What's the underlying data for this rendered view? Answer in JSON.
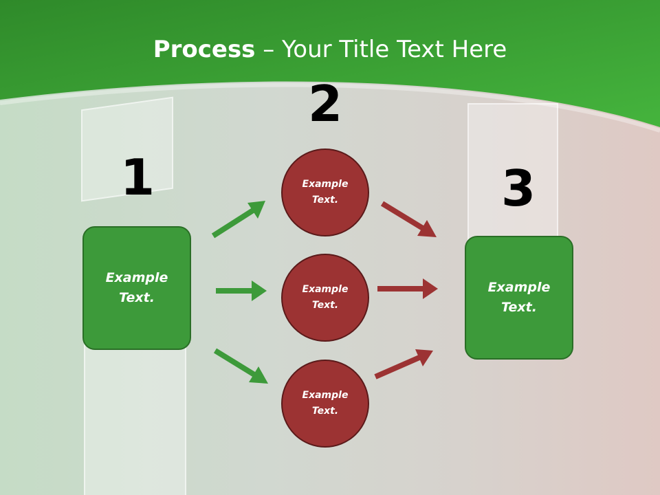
{
  "title": {
    "bold": "Process",
    "rest": " – Your Title Text Here"
  },
  "steps": {
    "n1": "1",
    "n2": "2",
    "n3": "3"
  },
  "boxes": {
    "left": "Example\nText.",
    "right": "Example\nText."
  },
  "circles": [
    {
      "label": "Example\nText."
    },
    {
      "label": "Example\nText."
    },
    {
      "label": "Example\nText."
    }
  ],
  "colors": {
    "header_green": "#3a9e34",
    "box_green": "#3d9a3a",
    "circle_red": "#9c3333",
    "arrow_green": "#3d9a3a",
    "arrow_red": "#9c3333"
  }
}
